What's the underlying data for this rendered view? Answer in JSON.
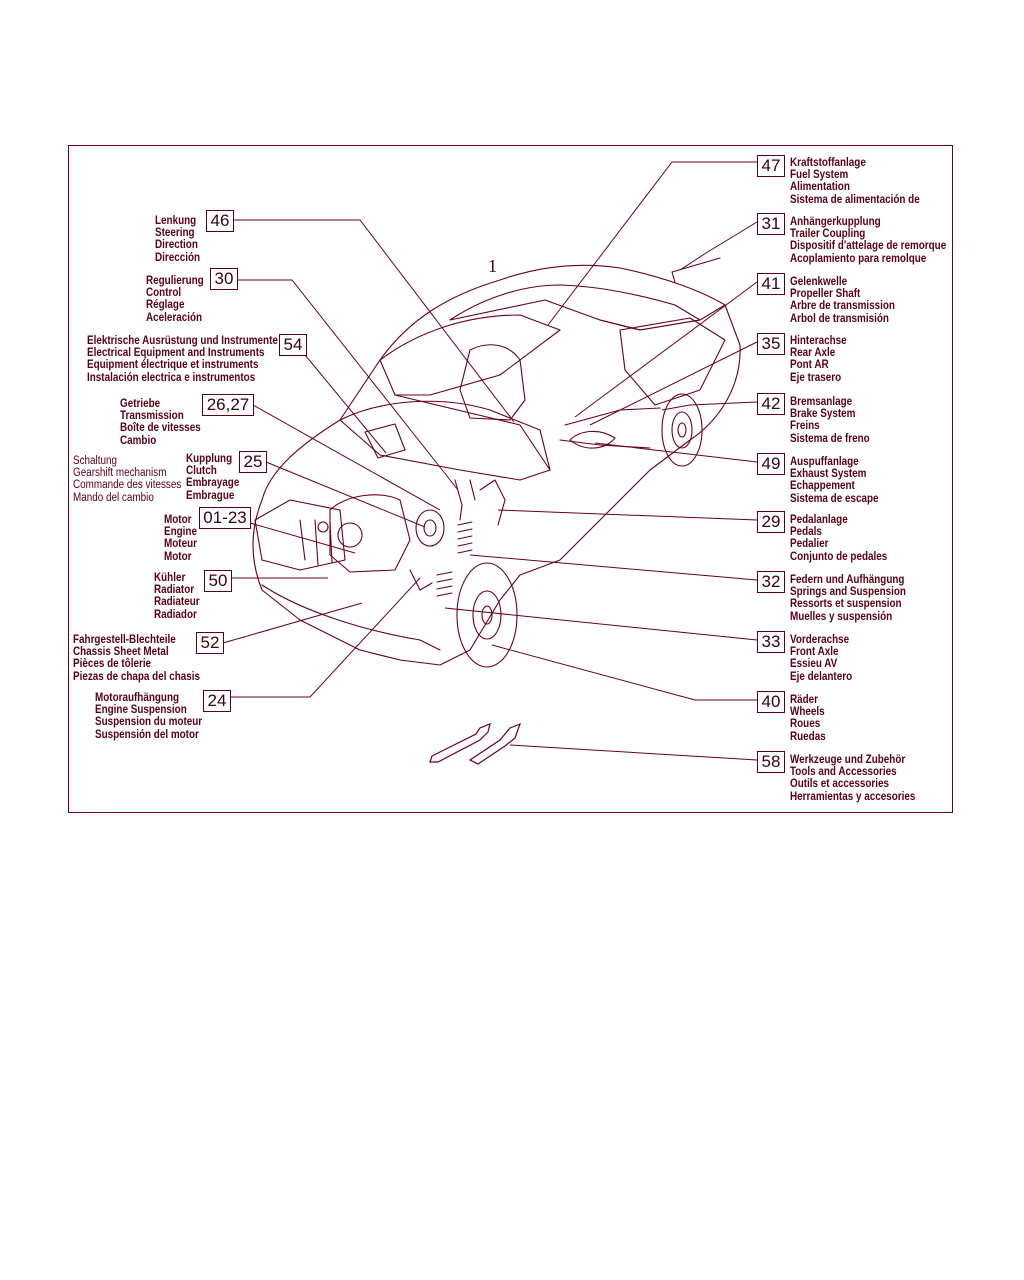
{
  "figure_number": "1",
  "colors": {
    "line": "#6a0018",
    "text": "#5a0014"
  },
  "callouts": [
    {
      "id": "47",
      "number": "47",
      "lines": [
        "Kraftstoffanlage",
        "Fuel System",
        "Alimentation",
        "Sistema de alimentación de"
      ]
    },
    {
      "id": "31",
      "number": "31",
      "lines": [
        "Anhängerkupplung",
        "Trailer Coupling",
        "Dispositif d'attelage de remorque",
        "Acoplamiento para remolque"
      ]
    },
    {
      "id": "41",
      "number": "41",
      "lines": [
        "Gelenkwelle",
        "Propeller Shaft",
        "Arbre de transmission",
        "Arbol de transmisión"
      ]
    },
    {
      "id": "35",
      "number": "35",
      "lines": [
        "Hinterachse",
        "Rear Axle",
        "Pont AR",
        "Eje trasero"
      ]
    },
    {
      "id": "42",
      "number": "42",
      "lines": [
        "Bremsanlage",
        "Brake System",
        "Freins",
        "Sistema de freno"
      ]
    },
    {
      "id": "49",
      "number": "49",
      "lines": [
        "Auspuffanlage",
        "Exhaust System",
        "Echappement",
        "Sistema de escape"
      ]
    },
    {
      "id": "29",
      "number": "29",
      "lines": [
        "Pedalanlage",
        "Pedals",
        "Pedalier",
        "Conjunto de pedales"
      ]
    },
    {
      "id": "32",
      "number": "32",
      "lines": [
        "Federn und Aufhängung",
        "Springs and Suspension",
        "Ressorts et suspension",
        "Muelles y suspensión"
      ]
    },
    {
      "id": "33",
      "number": "33",
      "lines": [
        "Vorderachse",
        "Front Axle",
        "Essieu AV",
        "Eje delantero"
      ]
    },
    {
      "id": "40",
      "number": "40",
      "lines": [
        "Räder",
        "Wheels",
        "Roues",
        "Ruedas"
      ]
    },
    {
      "id": "58",
      "number": "58",
      "lines": [
        "Werkzeuge und Zubehör",
        "Tools and Accessories",
        "Outils et accessories",
        "Herramientas y accesories"
      ]
    },
    {
      "id": "46",
      "number": "46",
      "lines": [
        "Lenkung",
        "Steering",
        "Direction",
        "Dirección"
      ]
    },
    {
      "id": "30",
      "number": "30",
      "lines": [
        "Regulierung",
        "Control",
        "Réglage",
        "Aceleración"
      ]
    },
    {
      "id": "54",
      "number": "54",
      "lines": [
        "Elektrische Ausrüstung und Instrumente",
        "Electrical Equipment and Instruments",
        "Equipment électrique et instruments",
        "Instalación electrica e instrumentos"
      ]
    },
    {
      "id": "2627",
      "number": "26,27",
      "lines": [
        "Getriebe",
        "Transmission",
        "Boîte de vitesses",
        "Cambio"
      ]
    },
    {
      "id": "25",
      "number": "25",
      "lines": [
        "Kupplung",
        "Clutch",
        "Embrayage",
        "Embrague"
      ]
    },
    {
      "id": "0123",
      "number": "01-23",
      "lines": [
        "Motor",
        "Engine",
        "Moteur",
        "Motor"
      ]
    },
    {
      "id": "50",
      "number": "50",
      "lines": [
        "Kühler",
        "Radiator",
        "Radiateur",
        "Radiador"
      ]
    },
    {
      "id": "52",
      "number": "52",
      "lines": [
        "Fahrgestell-Blechteile",
        "Chassis Sheet Metal",
        "Pièces de tôlerie",
        "Piezas de chapa del chasis"
      ]
    },
    {
      "id": "24",
      "number": "24",
      "lines": [
        "Motoraufhängung",
        "Engine Suspension",
        "Suspension du moteur",
        "Suspensión del motor"
      ]
    }
  ],
  "shift_label": {
    "lines": [
      "Schaltung",
      "Gearshift mechanism",
      "Commande des vitesses",
      "Mando del cambio"
    ]
  }
}
